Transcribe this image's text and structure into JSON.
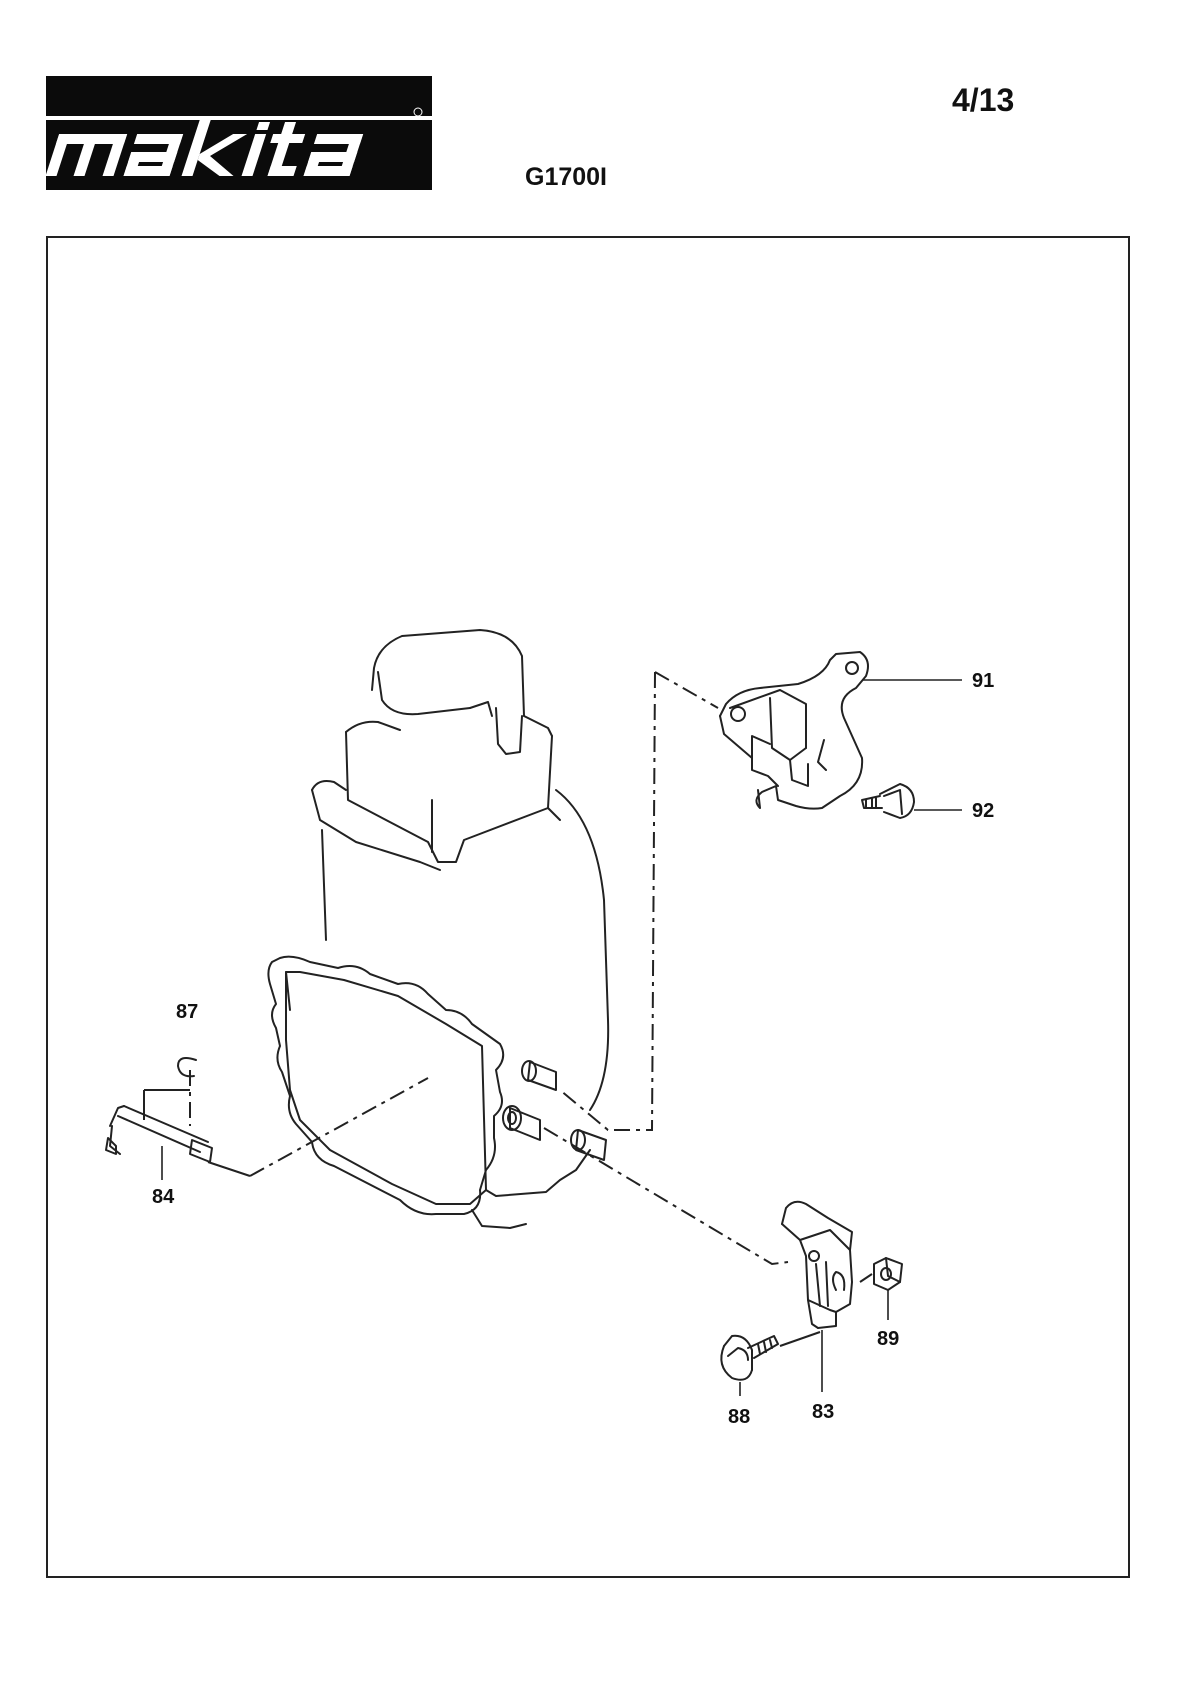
{
  "header": {
    "brand": "makita",
    "page_number": "4/13",
    "model": "G1700I"
  },
  "diagram": {
    "callouts": {
      "p91": "91",
      "p92": "92",
      "p87": "87",
      "p84": "84",
      "p89": "89",
      "p88": "88",
      "p83": "83"
    }
  }
}
